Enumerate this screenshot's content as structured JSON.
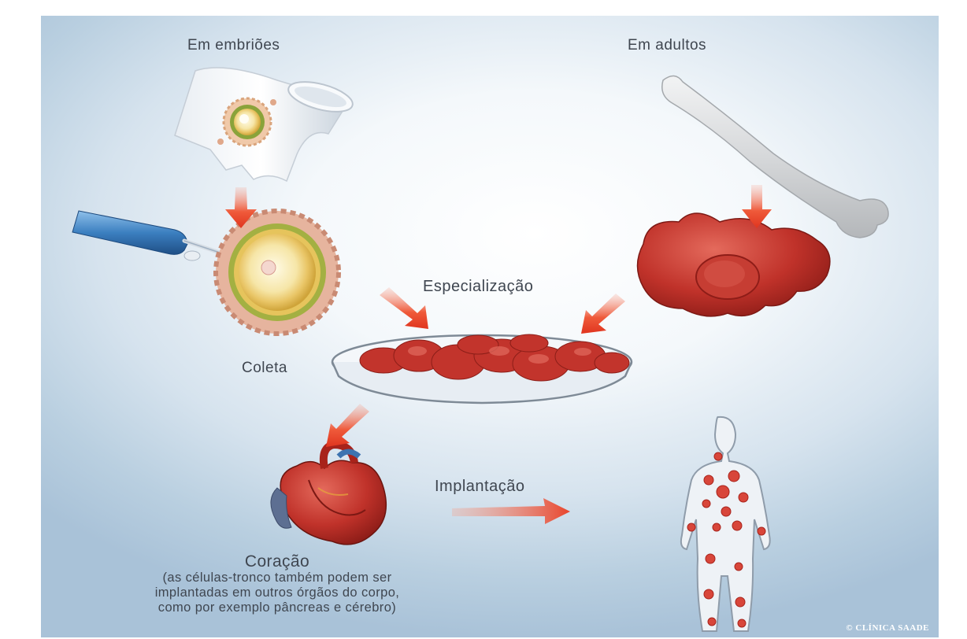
{
  "labels": {
    "embryos": "Em embriões",
    "adults": "Em adultos",
    "specialization": "Especialização",
    "collection": "Coleta",
    "implantation": "Implantação"
  },
  "heart_caption": {
    "title": "Coração",
    "lines": [
      "(as células-tronco também podem ser",
      "implantadas em outros órgãos do corpo,",
      "como por exemplo pâncreas e cérebro)"
    ]
  },
  "credit": "© CLÍNICA SAADE",
  "colors": {
    "arrow": "#e8452c",
    "tissue": "#b52a24",
    "bone": "#d8dadc",
    "pipette": "#3b7fc0"
  }
}
